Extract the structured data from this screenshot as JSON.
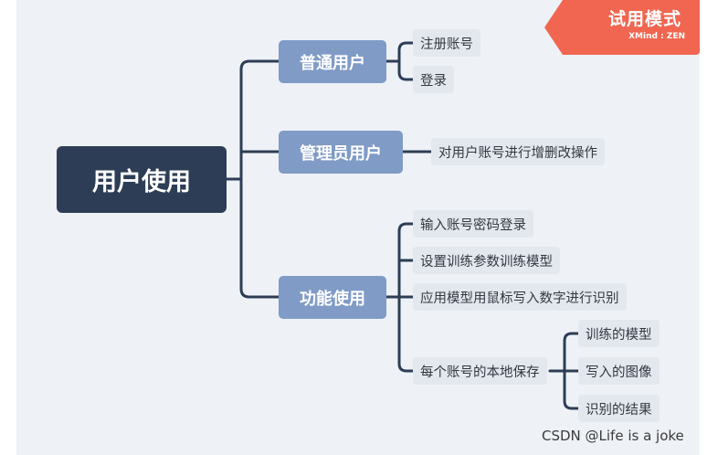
{
  "root": {
    "label": "用户使用"
  },
  "branches": [
    {
      "label": "普通用户",
      "children": [
        "注册账号",
        "登录"
      ]
    },
    {
      "label": "管理员用户",
      "children": [
        "对用户账号进行增删改操作"
      ]
    },
    {
      "label": "功能使用",
      "children": [
        "输入账号密码登录",
        "设置训练参数训练模型",
        "应用模型用鼠标写入数字进行识别",
        "每个账号的本地保存"
      ]
    }
  ],
  "sub_children": [
    "训练的模型",
    "写入的图像",
    "识别的结果"
  ],
  "badge": {
    "title": "试用模式",
    "subtitle": "XMind : ZEN"
  },
  "watermark": "CSDN @Life is a joke",
  "colors": {
    "root": "#2d3d55",
    "branch": "#7f9bc6",
    "leaf": "#e3e8ef",
    "line": "#2d3d55",
    "badge": "#f06650"
  }
}
